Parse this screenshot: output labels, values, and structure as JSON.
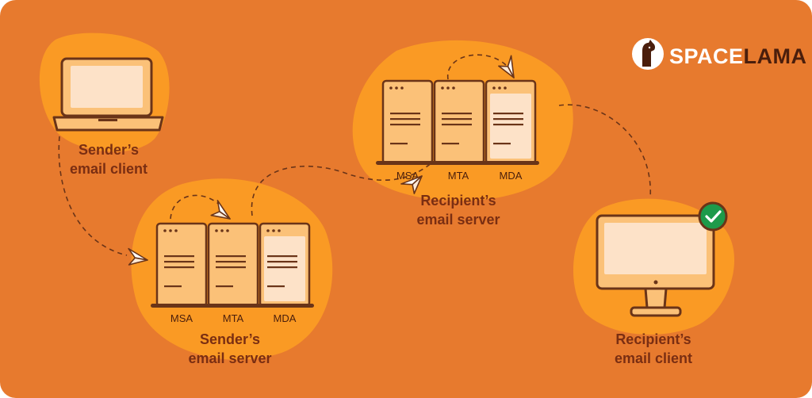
{
  "brand": {
    "part1": "SPACE",
    "part2": "LAMA"
  },
  "labels": {
    "sender_client_line1": "Sender’s",
    "sender_client_line2": "email client",
    "sender_server_line1": "Sender’s",
    "sender_server_line2": "email server",
    "recipient_server_line1": "Recipient’s",
    "recipient_server_line2": "email server",
    "recipient_client_line1": "Recipient’s",
    "recipient_client_line2": "email client"
  },
  "servers": {
    "sender": [
      "MSA",
      "MTA",
      "MDA"
    ],
    "recipient": [
      "MSA",
      "MTA",
      "MDA"
    ]
  },
  "colors": {
    "background": "#e77a2e",
    "blob": "#fa9a24",
    "outline": "#6a3418",
    "server_fill": "#fbc178",
    "server_mda_fill": "#fde2c8",
    "check_badge": "#1e9a4a",
    "label_text": "#7a2e12"
  }
}
